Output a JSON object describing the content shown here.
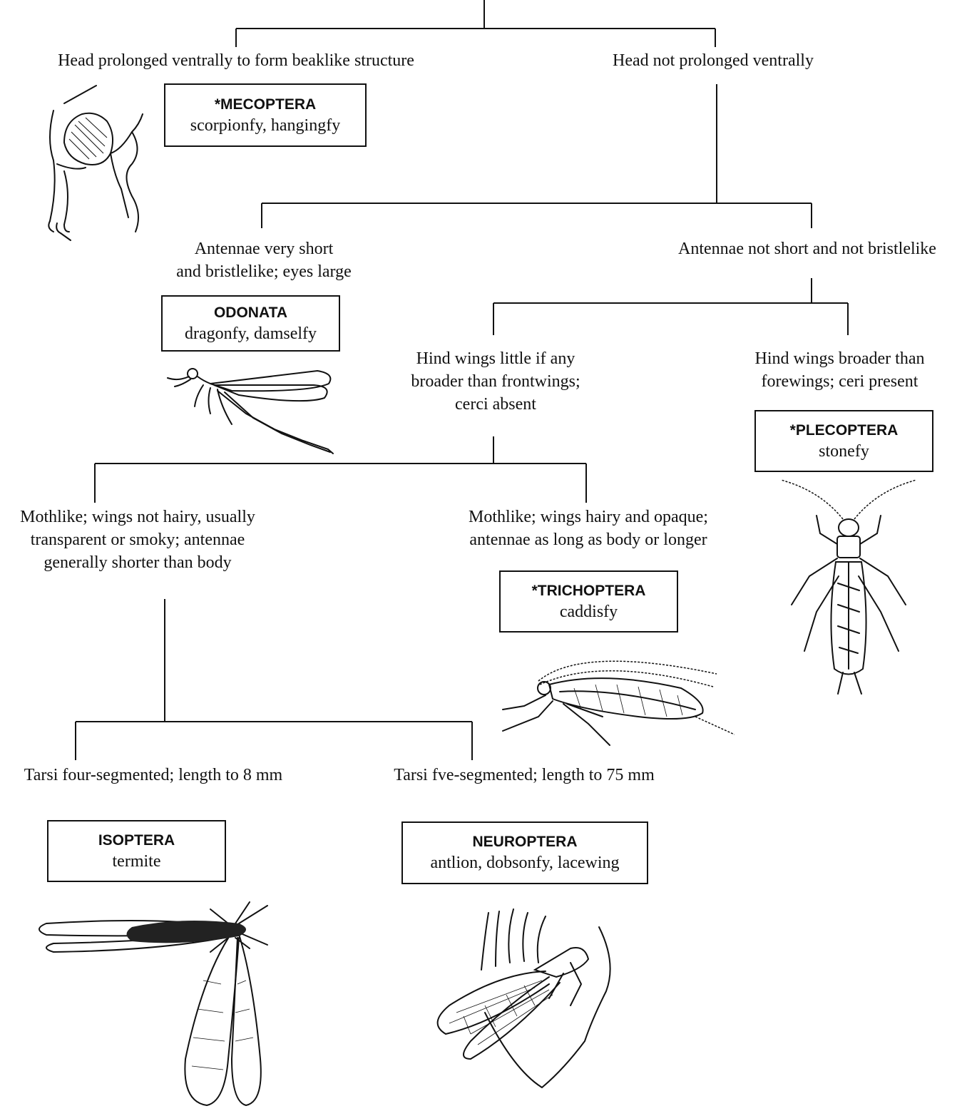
{
  "nodes": {
    "head_prolonged": "Head prolonged ventrally to form beaklike structure",
    "head_not_prolonged": "Head not prolonged ventrally",
    "antennae_short": [
      "Antennae very short",
      "and bristlelike; eyes large"
    ],
    "antennae_not_short": "Antennae not short and not bristlelike",
    "hind_wings_little": [
      "Hind wings little if any",
      "broader than frontwings;",
      "cerci absent"
    ],
    "hind_wings_broader": [
      "Hind wings broader than",
      "forewings; ceri present"
    ],
    "mothlike_not_hairy": [
      "Mothlike; wings not hairy, usually",
      "transparent or smoky; antennae",
      "generally shorter than body"
    ],
    "mothlike_hairy": [
      "Mothlike; wings hairy and opaque;",
      "antennae as long as body or longer"
    ],
    "tarsi_four": "Tarsi four-segmented; length to 8 mm",
    "tarsi_five": "Tarsi fve-segmented; length to 75 mm"
  },
  "orders": {
    "mecoptera": {
      "name": "*MECOPTERA",
      "common": "scorpionfy, hangingfy"
    },
    "odonata": {
      "name": "ODONATA",
      "common": "dragonfy, damselfy"
    },
    "plecoptera": {
      "name": "*PLECOPTERA",
      "common": "stonefy"
    },
    "trichoptera": {
      "name": "*TRICHOPTERA",
      "common": "caddisfy"
    },
    "isoptera": {
      "name": "ISOPTERA",
      "common": "termite"
    },
    "neuroptera": {
      "name": "NEUROPTERA",
      "common": "antlion, dobsonfy, lacewing"
    }
  },
  "illustrations": {
    "mecoptera": "scorpionfly-head-illustration",
    "odonata": "damselfly-illustration",
    "plecoptera": "stonefly-illustration",
    "trichoptera": "caddisfly-illustration",
    "isoptera": "termite-illustration",
    "neuroptera": "lacewing-illustration"
  },
  "colors": {
    "ink": "#111111",
    "background": "#ffffff"
  }
}
